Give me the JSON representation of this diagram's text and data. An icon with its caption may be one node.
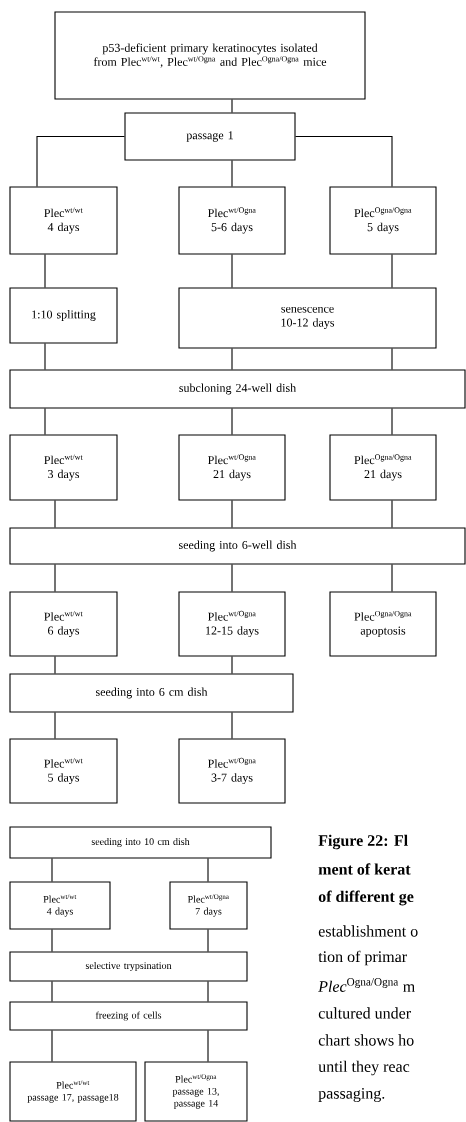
{
  "diagram": {
    "nodes": [
      {
        "text": [
          "p53-deficient primary keratinocytes isolated from Plec$^{wt/wt}$, Plec$^{wt/Ogna}$ and Plec$^{Ogna/Ogna}$ mice"
        ]
      },
      {
        "text": [
          "passage 1"
        ]
      },
      {
        "text": [
          "Plec$^{wt/wt}$",
          "4 days"
        ]
      },
      {
        "text": [
          "Plec$^{wt/Ogna}$",
          "5-6 days"
        ]
      },
      {
        "text": [
          "Plec$^{Ogna/Ogna}$",
          "5 days"
        ]
      },
      {
        "text": [
          "1:10 splitting"
        ]
      },
      {
        "text": [
          "senescence",
          "10-12 days"
        ]
      },
      {
        "text": [
          "subcloning 24-well dish"
        ]
      },
      {
        "text": [
          "Plec$^{wt/wt}$",
          "3 days"
        ]
      },
      {
        "text": [
          "Plec$^{wt/Ogna}$",
          "21 days"
        ]
      },
      {
        "text": [
          "Plec$^{Ogna/Ogna}$",
          "21 days"
        ]
      },
      {
        "text": [
          "seeding into 6-well dish"
        ]
      },
      {
        "text": [
          "Plec$^{wt/wt}$",
          "6 days"
        ]
      },
      {
        "text": [
          "Plec$^{wt/Ogna}$",
          "12-15 days"
        ]
      },
      {
        "text": [
          "Plec$^{Ogna/Ogna}$",
          "apoptosis"
        ]
      },
      {
        "text": [
          "seeding into 6 cm dish"
        ]
      },
      {
        "text": [
          "Plec$^{wt/wt}$",
          "5 days"
        ]
      },
      {
        "text": [
          "Plec$^{wt/Ogna}$",
          "3-7 days"
        ]
      },
      {
        "text": [
          "seeding into 10 cm dish"
        ]
      },
      {
        "text": [
          "Plec$^{wt/wt}$",
          "4 days"
        ]
      },
      {
        "text": [
          "Plec$^{wt/Ogna}$",
          "7 days"
        ]
      },
      {
        "text": [
          "selective trypsination"
        ]
      },
      {
        "text": [
          "freezing of cells"
        ]
      },
      {
        "text": [
          "Plec$^{wt/wt}$",
          "passage 17, passage18"
        ]
      },
      {
        "text": [
          "Plec$^{wt/Ogna}$",
          "passage 13, passage 14"
        ]
      }
    ],
    "edges": [
      {
        "from": 0,
        "to": 1,
        "arrow": "none"
      },
      {
        "from": 1,
        "to": 2,
        "arrow": "none"
      },
      {
        "from": 1,
        "to": 3,
        "arrow": "none"
      },
      {
        "from": 1,
        "to": 4,
        "arrow": "none"
      },
      {
        "from": 2,
        "to": 5,
        "arrow": "none"
      },
      {
        "from": 3,
        "to": 6,
        "arrow": "none"
      },
      {
        "from": 4,
        "to": 6,
        "arrow": "none"
      },
      {
        "from": 5,
        "to": 7,
        "arrow": "none"
      },
      {
        "from": 6,
        "to": 7,
        "arrow": "none"
      },
      {
        "from": 6,
        "to": 7,
        "arrow": "none"
      },
      {
        "from": 7,
        "to": 8,
        "arrow": "none"
      },
      {
        "from": 7,
        "to": 9,
        "arrow": "none"
      },
      {
        "from": 7,
        "to": 10,
        "arrow": "none"
      },
      {
        "from": 8,
        "to": 11,
        "arrow": "none"
      },
      {
        "from": 9,
        "to": 11,
        "arrow": "none"
      },
      {
        "from": 10,
        "to": 11,
        "arrow": "none"
      },
      {
        "from": 11,
        "to": 12,
        "arrow": "none"
      },
      {
        "from": 11,
        "to": 13,
        "arrow": "none"
      },
      {
        "from": 11,
        "to": 14,
        "arrow": "none"
      },
      {
        "from": 12,
        "to": 15,
        "arrow": "none"
      },
      {
        "from": 13,
        "to": 15,
        "arrow": "none"
      },
      {
        "from": 15,
        "to": 16,
        "arrow": "none"
      },
      {
        "from": 15,
        "to": 17,
        "arrow": "none"
      },
      {
        "from": 18,
        "to": 19,
        "arrow": "none"
      },
      {
        "from": 18,
        "to": 20,
        "arrow": "none"
      },
      {
        "from": 19,
        "to": 21,
        "arrow": "none"
      },
      {
        "from": 20,
        "to": 21,
        "arrow": "none"
      },
      {
        "from": 21,
        "to": 22,
        "arrow": "none"
      },
      {
        "from": 21,
        "to": 22,
        "arrow": "none"
      },
      {
        "from": 22,
        "to": 23,
        "arrow": "none"
      },
      {
        "from": 22,
        "to": 24,
        "arrow": "none"
      }
    ],
    "labels": [
      "Figure 22: Fl",
      "ment of kerat",
      "of different ge",
      "establishment o",
      "tion of primar",
      "*Plec*$^{Ogna/Ogna}$ m",
      "cultured under",
      "chart shows ho",
      "until they reac",
      "passaging."
    ]
  }
}
